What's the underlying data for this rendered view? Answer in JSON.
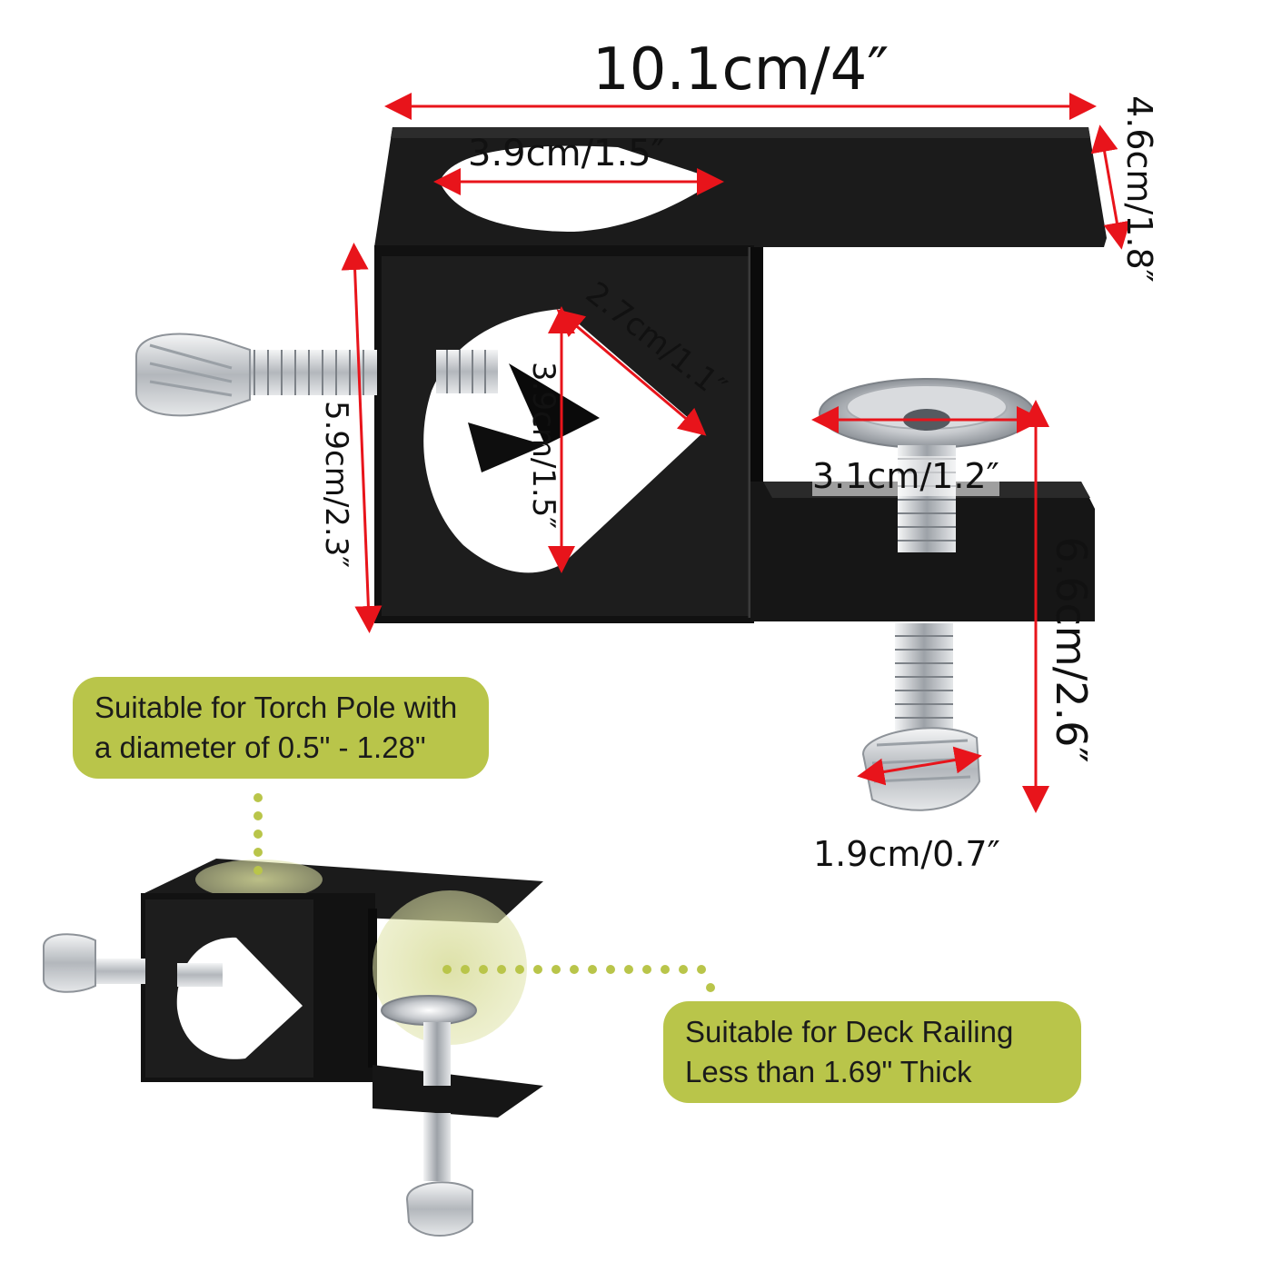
{
  "dimensions": {
    "overall_width": "10.1cm/4″",
    "top_hole": "3.9cm/1.5″",
    "top_depth": "4.6cm/1.8″",
    "front_height": "5.9cm/2.3″",
    "square_diagonal": "2.7cm/1.1″",
    "square_height": "3.9cm/1.5″",
    "pad_diameter": "3.1cm/1.2″",
    "clamp_opening": "6.6cm/2.6″",
    "knob_width": "1.9cm/0.7″"
  },
  "callouts": {
    "torch_pole": [
      "Suitable for Torch Pole with",
      "a diameter of 0.5\" - 1.28\""
    ],
    "deck_railing": [
      "Suitable for Deck Railing",
      "Less than 1.69\" Thick"
    ]
  },
  "colors": {
    "dimension_line": "#e8141b",
    "callout_bg": "#b9c54a",
    "bracket": "#151515",
    "metal": "#c9ccd0"
  }
}
